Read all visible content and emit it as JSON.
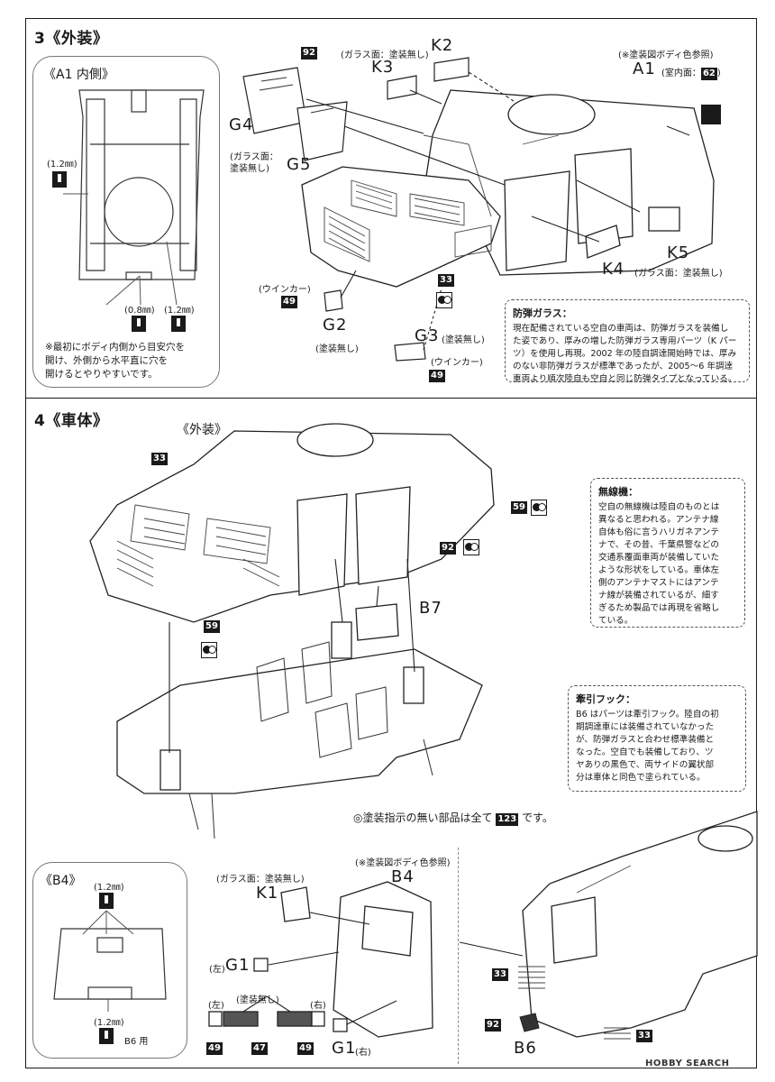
{
  "step3": {
    "title": "3《外装》",
    "inset_title": "《A1 内側》",
    "inset_note": "※最初にボディ内側から目安穴を\n開け、外側から水平直に穴を\n開けるとやりやすいです。",
    "drill_sizes": [
      "(1.2㎜)",
      "(0.8㎜)",
      "(1.2㎜)"
    ],
    "parts": {
      "k2": "K2",
      "k3": "K3",
      "k3_note": "(ガラス面：塗装無し)",
      "a1": "A1",
      "a1_note": "(※塗装図ボディ色参照)",
      "a1_interior": "(室内面：",
      "a1_color": "62",
      "a1_interior_end": ")",
      "g4": "G4",
      "g5": "G5",
      "g5_note": "(ガラス面：\n塗装無し)",
      "k5": "K5",
      "k4": "K4",
      "k4_note": "(ガラス面：塗装無し)",
      "g2": "G2",
      "g2_note": "(塗装無し)",
      "g3": "G3",
      "g3_note": "(塗装無し)",
      "winker_1": "(ウインカー)",
      "winker_2": "(ウインカー)"
    },
    "color_badges": [
      "92",
      "49",
      "33",
      "49"
    ],
    "note": {
      "title": "防弾ガラス：",
      "body": "現在配備されている空自の車両は、防弾ガラスを装備し\nた姿であり、厚みの増した防弾ガラス専用パーツ（K パー\nツ）を使用し再現。2002 年の陸自調達開始時では、厚み\nのない非防弾ガラスが標準であったが、2005～6 年調達\n車両より順次陸自も空自と同じ防弾タイプとなっている。"
    }
  },
  "step4": {
    "title": "4《車体》",
    "exterior_label": "《外装》",
    "color_badges": [
      "33",
      "59",
      "92",
      "59"
    ],
    "b7": "B7",
    "radio_note": {
      "title": "無線機：",
      "body": "空自の無線機は陸自のものとは\n異なると思われる。アンテナ線\n自体も俗に言うハリガネアンテ\nナで、その昔、千葉県警などの\n交通系覆面車両が装備していた\nような形状をしている。車体左\n側のアンテナマストにはアンテ\nナ線が装備されているが、細す\nぎるため製品では再現を省略し\nている。"
    },
    "hook_note": {
      "title": "牽引フック：",
      "body": "B6 はパーツは牽引フック。陸自の初\n期調達車には装備されていなかった\nが、防弾ガラスと合わせ標準装備と\nなった。空自でも装備しており、ツ\nヤありの黒色で、両サイドの翼状部\n分は車体と同色で塗られている。"
    },
    "paint_note_pre": "◎塗装指示の無い部品は全て",
    "paint_note_color": "123",
    "paint_note_post": "です。"
  },
  "b4_section": {
    "inset_title": "《B4》",
    "drill_top": "(1.2㎜)",
    "drill_bottom": "(1.2㎜)",
    "b6_use": "B6 用",
    "k1": "K1",
    "k1_note": "(ガラス面：塗装無し)",
    "b4": "B4",
    "b4_note": "(※塗装図ボディ色参照)",
    "g1_left_side": "(左)",
    "g1_left": "G1",
    "g1_right": "G1",
    "g1_right_side": "(右)",
    "unpainted": "(塗装無し)",
    "chart_left": "(左)",
    "chart_right": "(右)",
    "chart_colors": [
      "49",
      "47",
      "49"
    ],
    "b6": "B6",
    "color_badges": [
      "33",
      "92",
      "33"
    ]
  },
  "watermark": "HOBBY SEARCH"
}
